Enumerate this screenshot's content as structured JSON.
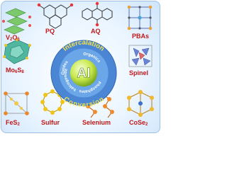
{
  "center_label": "Al",
  "ring": {
    "top_word": "Intercalation",
    "bottom_word": "Conversion",
    "inner_words": [
      "Oxides",
      "Organics",
      "Phosphates",
      "Chalcogenides"
    ]
  },
  "materials": {
    "v2o5": {
      "main": "V",
      "sub1": "2",
      "mid": "O",
      "sub2": "5"
    },
    "pq": "PQ",
    "aq": "AQ",
    "pbas": "PBAs",
    "mo6s8": {
      "main": "Mo",
      "sub1": "6",
      "mid": "S",
      "sub2": "8"
    },
    "spinel": "Spinel",
    "fes2": {
      "main": "FeS",
      "sub1": "2"
    },
    "sulfur": "Sulfur",
    "selenium": "Selenium",
    "cose2": {
      "main": "CoSe",
      "sub1": "2"
    }
  },
  "colors": {
    "label": "#c01818",
    "ring_blue": "#3b7fd0",
    "ring_text": "#f3e24a",
    "center": "#c7e84a",
    "frame": "#9ec0e2"
  }
}
